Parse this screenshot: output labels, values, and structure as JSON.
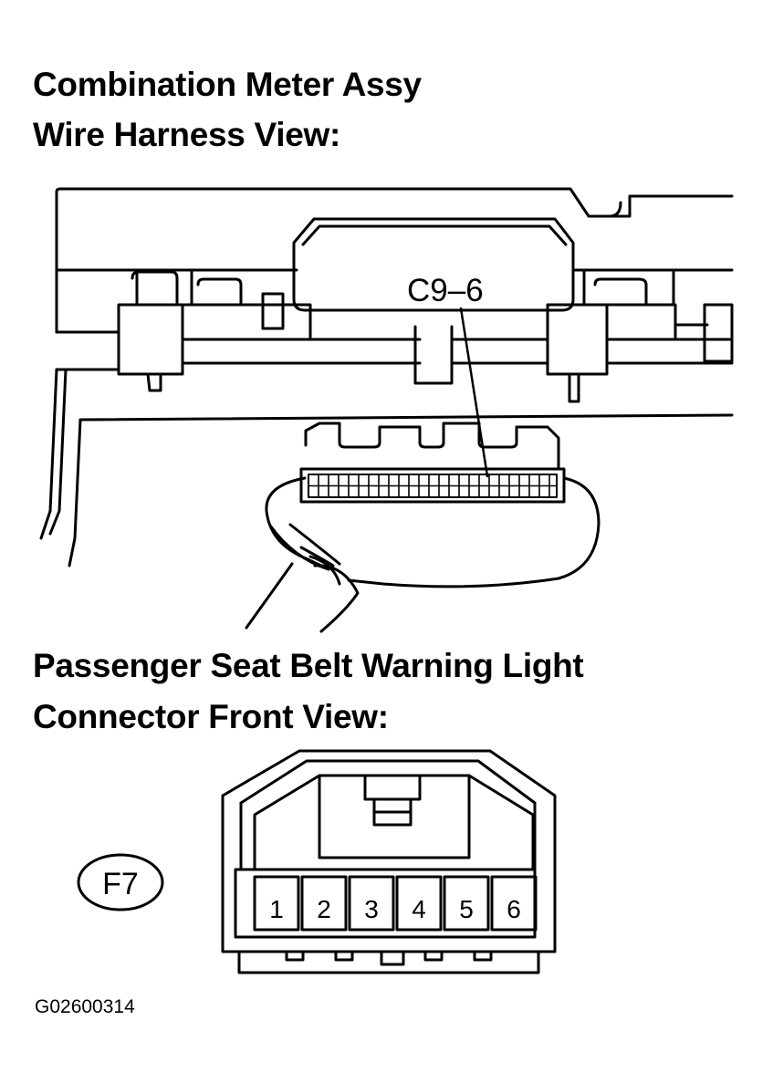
{
  "headings": {
    "meter_line1": "Combination Meter Assy",
    "meter_line2": "Wire Harness View:",
    "light_line1": "Passenger Seat Belt Warning Light",
    "light_line2": "Connector Front View:"
  },
  "meter": {
    "terminal_label": "C9–6"
  },
  "light_connector": {
    "code": "F7",
    "pins": [
      "1",
      "2",
      "3",
      "4",
      "5",
      "6"
    ]
  },
  "figure_code": "G02600314",
  "colors": {
    "ink": "#000000",
    "background": "#ffffff"
  }
}
